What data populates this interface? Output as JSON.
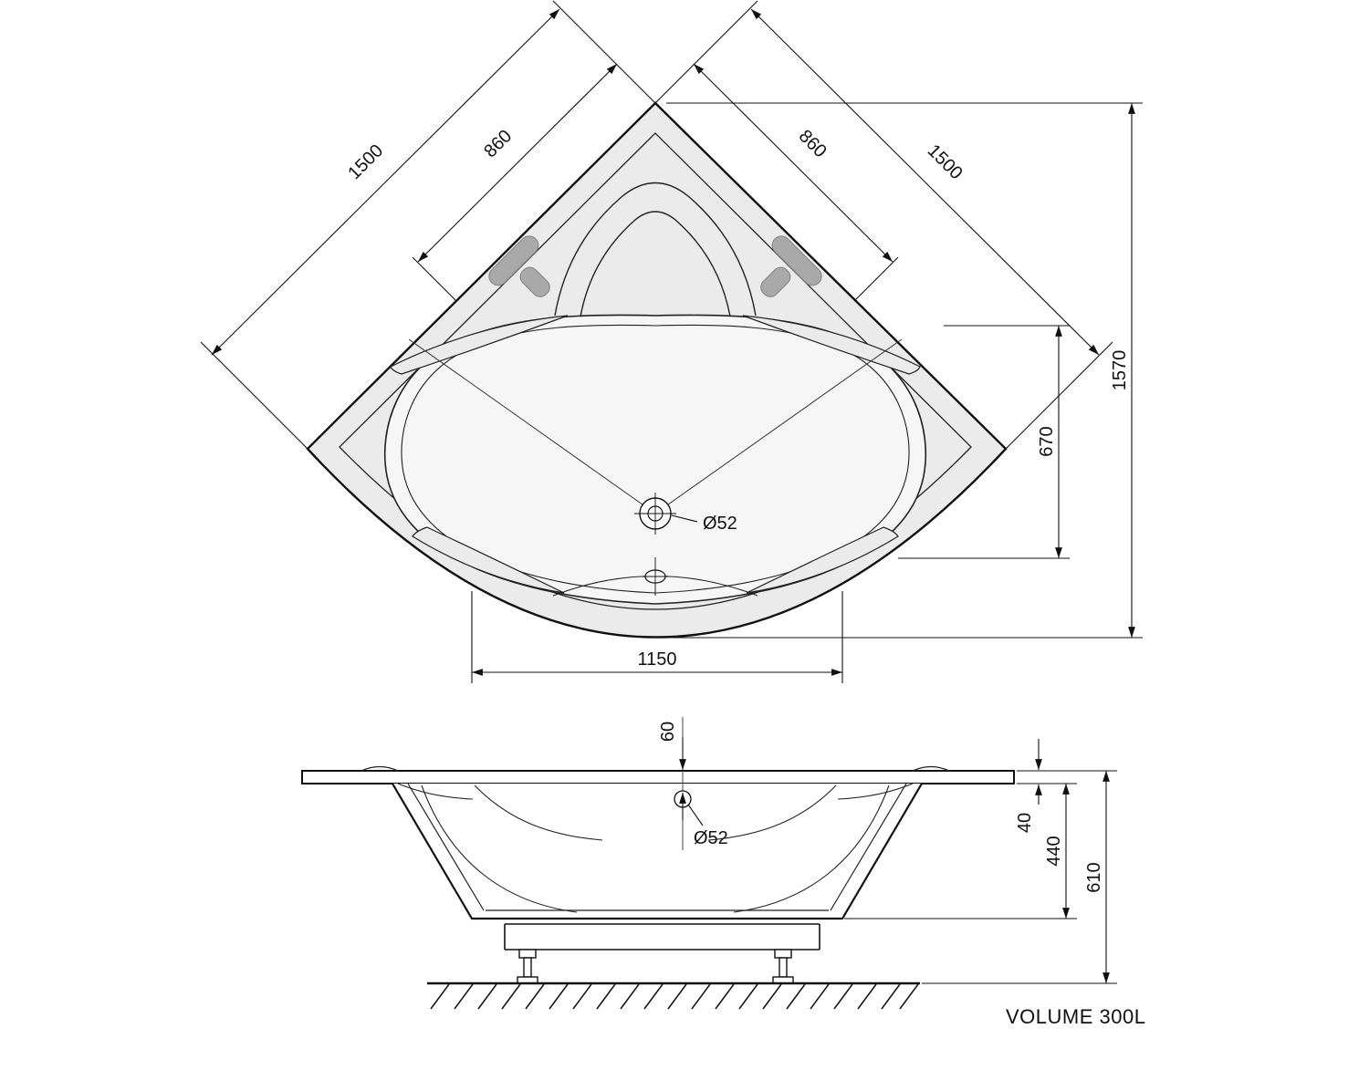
{
  "top_view": {
    "dim_left_outer": "1500",
    "dim_left_inner": "860",
    "dim_right_inner": "860",
    "dim_right_outer": "1500",
    "dim_overall": "1570",
    "dim_inner": "670",
    "dim_front": "1150",
    "drain_label": "Ø52"
  },
  "side_view": {
    "dim_overflow": "60",
    "drain_label": "Ø52",
    "dim_rim": "40",
    "dim_inner_height": "440",
    "dim_total_height": "610",
    "volume_label": "VOLUME 300L"
  }
}
